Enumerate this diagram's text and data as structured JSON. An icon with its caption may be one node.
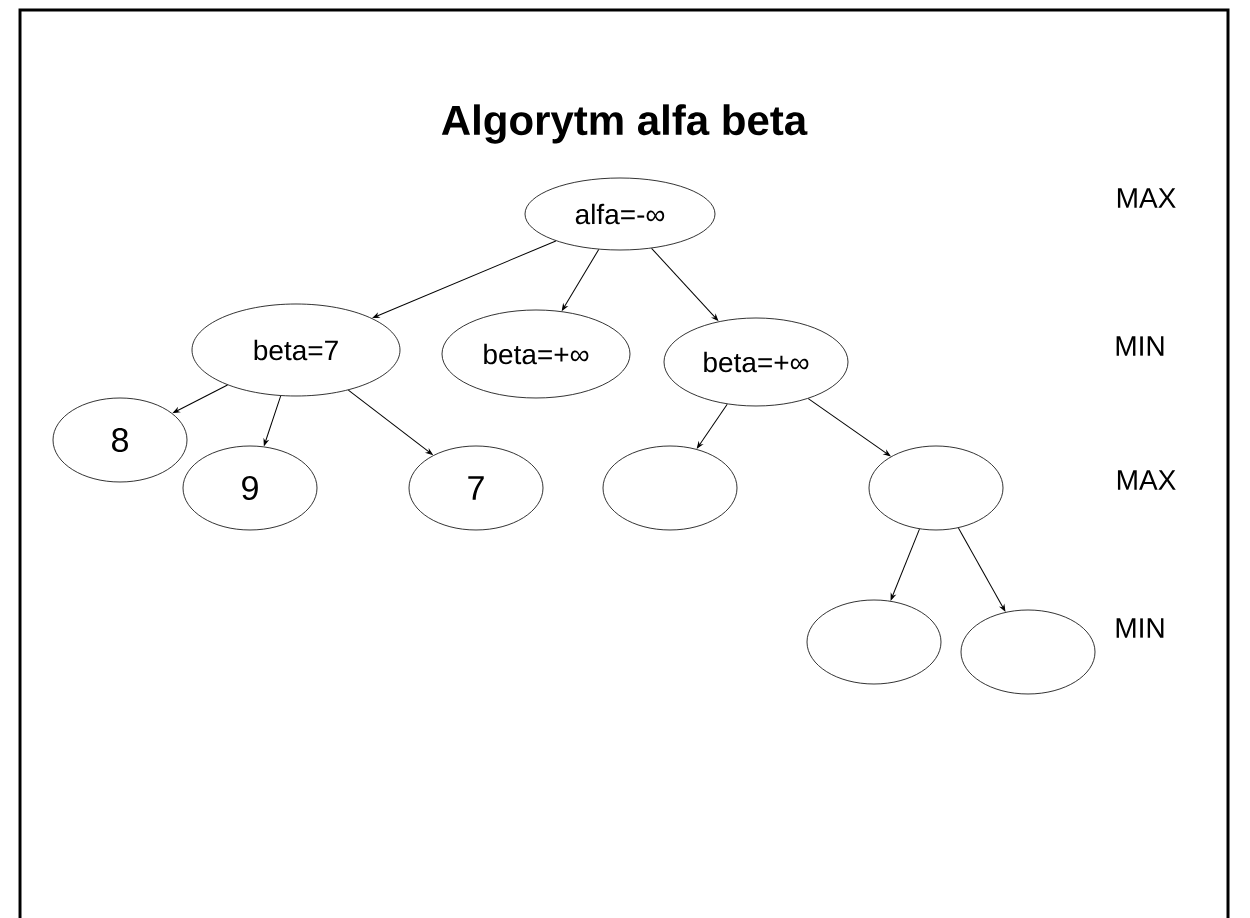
{
  "diagram": {
    "title": "Algorytm alfa beta",
    "nodes": [
      {
        "text": [
          "alfa=-∞"
        ]
      },
      {
        "text": [
          "beta=7"
        ]
      },
      {
        "text": [
          "beta=+∞"
        ]
      },
      {
        "text": [
          "beta=+∞"
        ]
      },
      {
        "text": [
          "8"
        ]
      },
      {
        "text": [
          "9"
        ]
      },
      {
        "text": [
          "7"
        ]
      },
      {
        "text": [],
        "shape": "ellipse"
      },
      {
        "text": [],
        "shape": "ellipse"
      },
      {
        "text": [],
        "shape": "ellipse"
      },
      {
        "text": [],
        "shape": "ellipse"
      }
    ],
    "edges": [
      {
        "from": 0,
        "to": 1,
        "arrow": "to"
      },
      {
        "from": 0,
        "to": 2,
        "arrow": "to"
      },
      {
        "from": 0,
        "to": 3,
        "arrow": "to"
      },
      {
        "from": 1,
        "to": 4,
        "arrow": "to"
      },
      {
        "from": 1,
        "to": 5,
        "arrow": "to"
      },
      {
        "from": 1,
        "to": 6,
        "arrow": "to"
      },
      {
        "from": 3,
        "to": 7,
        "arrow": "to"
      },
      {
        "from": 3,
        "to": 8,
        "arrow": "to"
      },
      {
        "from": 8,
        "to": 9,
        "arrow": "to"
      },
      {
        "from": 8,
        "to": 10,
        "arrow": "to"
      }
    ],
    "labels": [
      "MAX",
      "MIN",
      "MAX",
      "MIN"
    ]
  }
}
